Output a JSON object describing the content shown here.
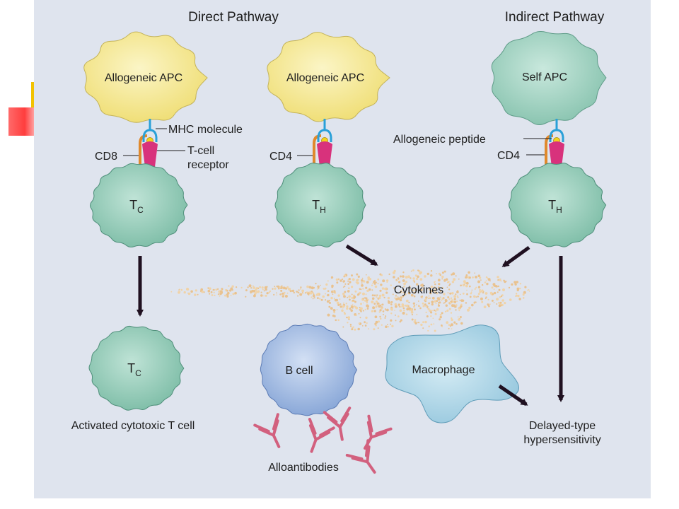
{
  "headings": {
    "direct": "Direct Pathway",
    "indirect": "Indirect Pathway"
  },
  "apc": {
    "left": "Allogeneic APC",
    "middle": "Allogeneic APC",
    "right": "Self APC"
  },
  "labels": {
    "mhc": "MHC molecule",
    "cd8": "CD8",
    "tcr_line1": "T-cell",
    "tcr_line2": "receptor",
    "cd4_middle": "CD4",
    "allo_peptide": "Allogeneic peptide",
    "cd4_right": "CD4"
  },
  "cells": {
    "tc_top": {
      "main": "T",
      "sub": "C"
    },
    "th_middle": {
      "main": "T",
      "sub": "H"
    },
    "th_right": {
      "main": "T",
      "sub": "H"
    },
    "tc_bottom": {
      "main": "T",
      "sub": "C"
    },
    "b_cell": "B cell",
    "macrophage": "Macrophage"
  },
  "cytokines": "Cytokines",
  "outcomes": {
    "activated_line": "Activated cytotoxic T cell",
    "alloantibodies": "Alloantibodies",
    "dth_line1": "Delayed-type",
    "dth_line2": "hypersensitivity"
  },
  "colors": {
    "panel_bg": "#dfe4ee",
    "apc_allogeneic": "#f3e68c",
    "apc_self": "#9ecfbf",
    "t_cell": "#8ec7b4",
    "b_cell": "#9fb8e2",
    "macrophage": "#a9d3e6",
    "mhc": "#2aa0d8",
    "tcr": "#d8327c",
    "coreceptor": "#e0892c",
    "peptide": "#f3d21a",
    "antibody": "#d2607e",
    "cytokine_dots": "#e9c28f",
    "arrow": "#1f1020"
  }
}
